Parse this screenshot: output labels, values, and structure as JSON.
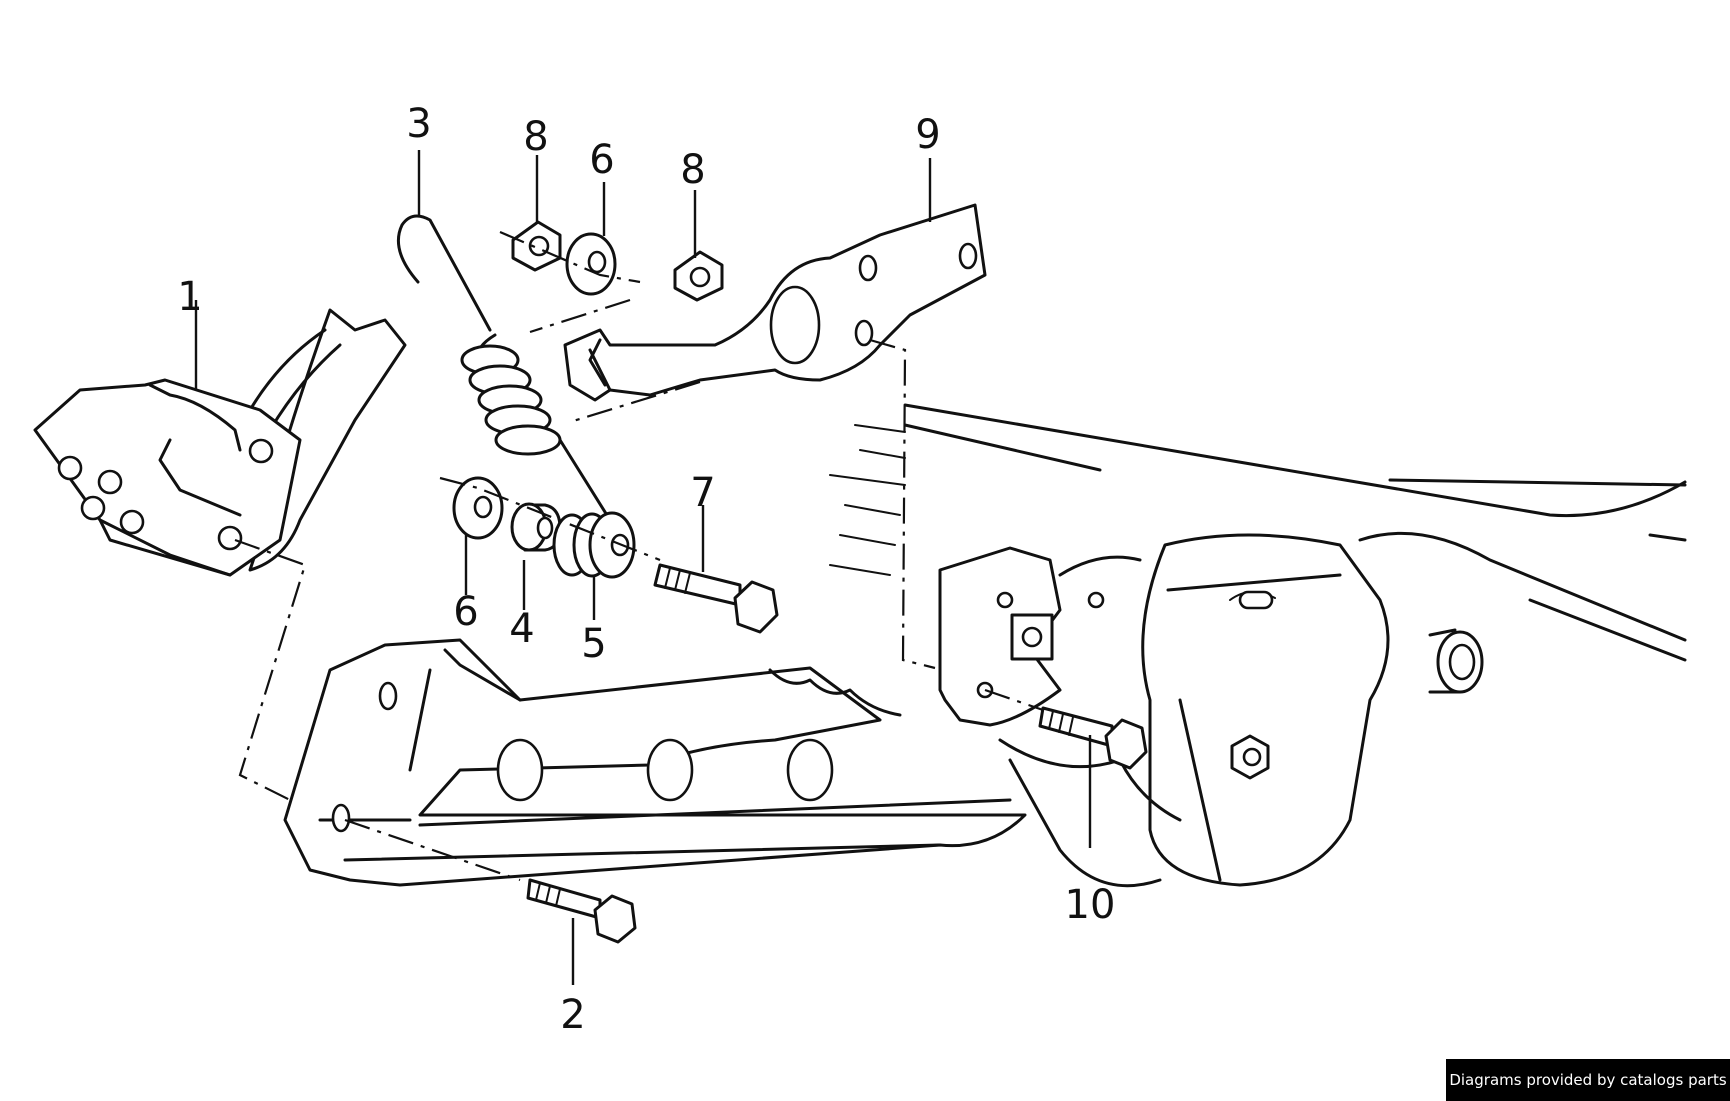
{
  "diagram": {
    "callouts": [
      "1",
      "2",
      "3",
      "4",
      "5",
      "6",
      "6",
      "7",
      "8",
      "8",
      "9",
      "10"
    ]
  },
  "footer": {
    "credit": "Diagrams provided by catalogs parts"
  },
  "colors": {
    "line": "#111111",
    "background": "#ffffff",
    "credit_background": "#000000",
    "credit_text": "#ffffff"
  }
}
